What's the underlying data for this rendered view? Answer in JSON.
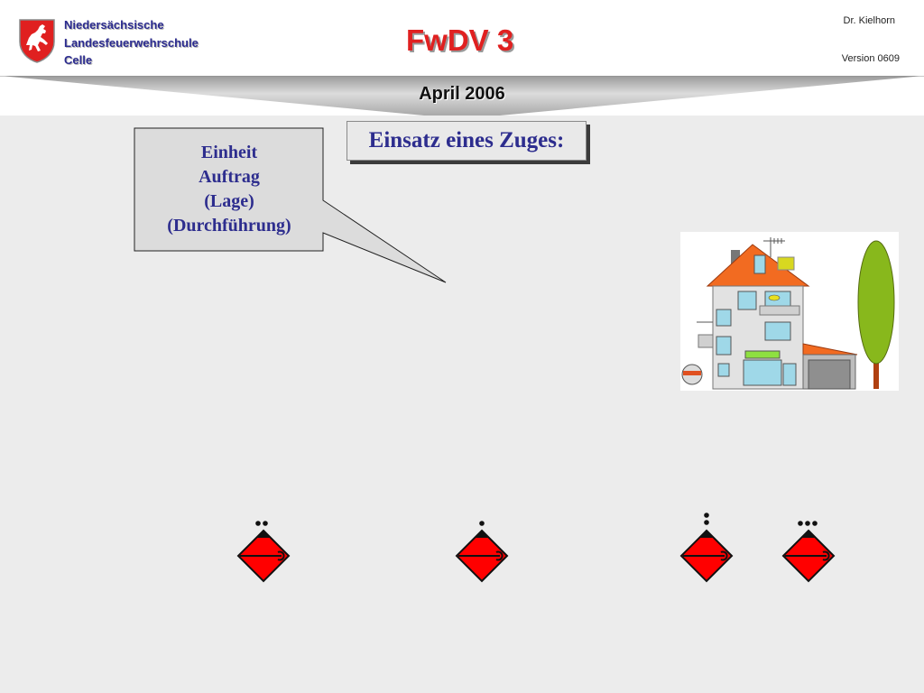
{
  "header": {
    "org_lines": [
      "Niedersächsische",
      "Landesfeuerwehrschule",
      "Celle"
    ],
    "title": "FwDV 3",
    "author": "Dr. Kielhorn",
    "version": "Version 0609",
    "banner": "April 2006"
  },
  "slide": {
    "title": "Einsatz eines Zuges:",
    "callout_lines": [
      "Einheit",
      "Auftrag",
      "(Lage)",
      "(Durchführung)"
    ]
  },
  "colors": {
    "title_red": "#e02020",
    "navy": "#2b2b8f",
    "vehicle_red": "#ff0000"
  },
  "icons": [
    "coat-of-arms-icon",
    "house-illustration",
    "fire-vehicle-icon"
  ],
  "vehicles": [
    {
      "id": "vehicle-1",
      "rank_dots": 2
    },
    {
      "id": "vehicle-2",
      "rank_dots": 1
    },
    {
      "id": "vehicle-3",
      "rank_dots": 2
    },
    {
      "id": "vehicle-4",
      "rank_dots": 3
    }
  ]
}
